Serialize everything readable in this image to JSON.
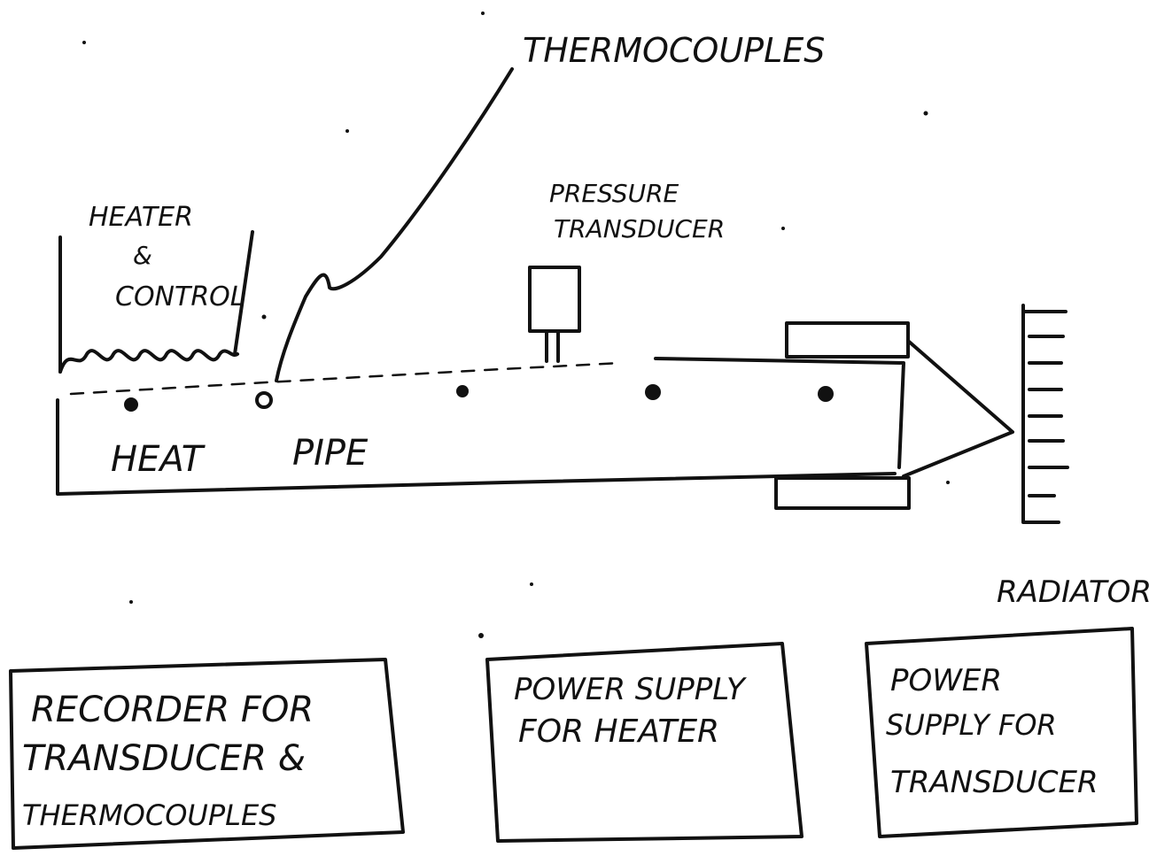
{
  "labels": {
    "thermocouples": "THERMOCOUPLES",
    "heater_line1": "HEATER",
    "heater_line2": "&",
    "heater_line3": "CONTROL",
    "pressure_line1": "PRESSURE",
    "pressure_line2": "TRANSDUCER",
    "heat": "HEAT",
    "pipe": "PIPE",
    "radiator": "RADIATOR"
  },
  "boxes": {
    "recorder": [
      "RECORDER FOR",
      "TRANSDUCER &",
      "THERMOCOUPLES"
    ],
    "heater_supply": [
      "POWER SUPPLY",
      "FOR HEATER"
    ],
    "transducer_supply": [
      "POWER",
      "SUPPLY FOR",
      "TRANSDUCER"
    ]
  }
}
